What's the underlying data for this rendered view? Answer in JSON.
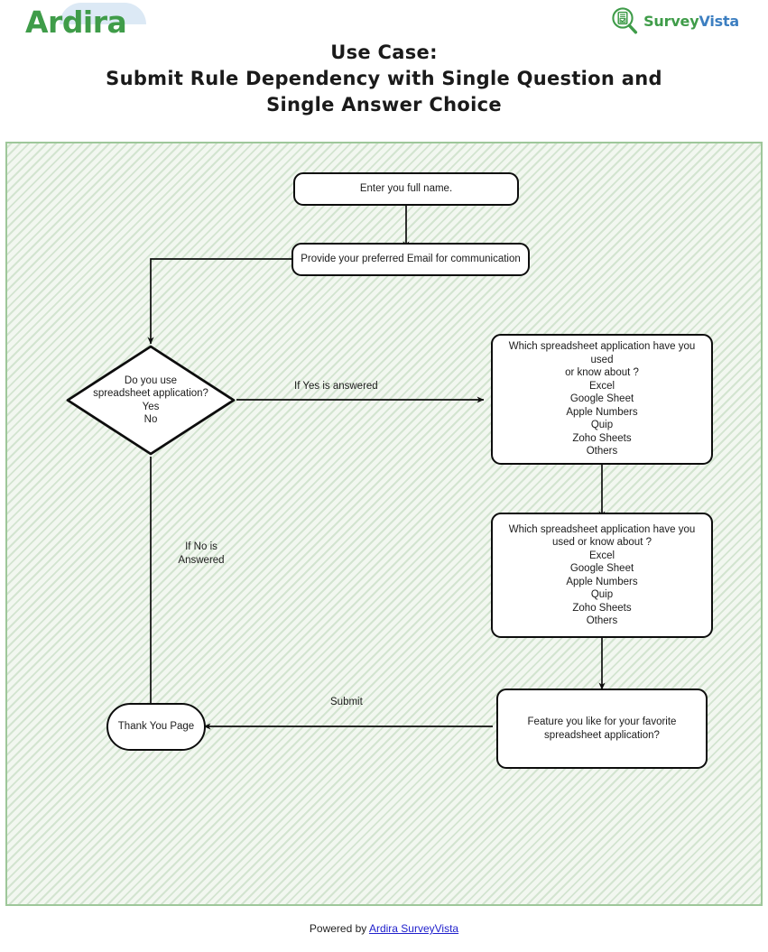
{
  "brand": {
    "ardira_logo_text": "Ardira",
    "surveyvista_logo_survey": "Survey",
    "surveyvista_logo_vista": "Vista",
    "colors": {
      "ardira_green": "#3f9c49",
      "vista_blue": "#3d7fc1",
      "canvas_border_green": "#9ec79a",
      "canvas_bg": "#f2f7f0",
      "node_stroke": "#0d0d0d",
      "node_fill": "#ffffff",
      "link_blue": "#2020cc"
    }
  },
  "header": {
    "title_line1": "Use Case:",
    "title_line2": "Submit Rule Dependency with Single Question and",
    "title_line3": "Single Answer Choice"
  },
  "flowchart": {
    "nodes": {
      "full_name": {
        "shape": "rounded-rectangle",
        "lines": [
          "Enter you full name."
        ]
      },
      "email": {
        "shape": "rounded-rectangle",
        "lines": [
          "Provide your preferred Email for communication"
        ]
      },
      "decision": {
        "shape": "diamond",
        "lines": [
          "Do you use",
          "spreadsheet application?",
          "Yes",
          "No"
        ]
      },
      "spreadsheet_q1": {
        "shape": "rounded-rectangle",
        "lines": [
          "Which spreadsheet application have you used",
          "or know about ?",
          "Excel",
          "Google Sheet",
          "Apple Numbers",
          "Quip",
          "Zoho Sheets",
          "Others"
        ]
      },
      "spreadsheet_q2": {
        "shape": "rounded-rectangle",
        "lines": [
          "Which spreadsheet application have you",
          "used or know about ?",
          "Excel",
          "Google Sheet",
          "Apple Numbers",
          "Quip",
          "Zoho Sheets",
          "Others"
        ]
      },
      "feature": {
        "shape": "rounded-rectangle",
        "lines": [
          "Feature you like for your favorite",
          "spreadsheet application?"
        ]
      },
      "thank_you": {
        "shape": "stadium",
        "lines": [
          "Thank You Page"
        ]
      }
    },
    "edge_labels": {
      "if_yes": [
        "If Yes is answered"
      ],
      "if_no": [
        "If No is",
        "Answered"
      ],
      "submit": [
        "Submit"
      ]
    }
  },
  "footer": {
    "powered_by_prefix": "Powered by ",
    "link_text": "Ardira SurveyVista"
  }
}
